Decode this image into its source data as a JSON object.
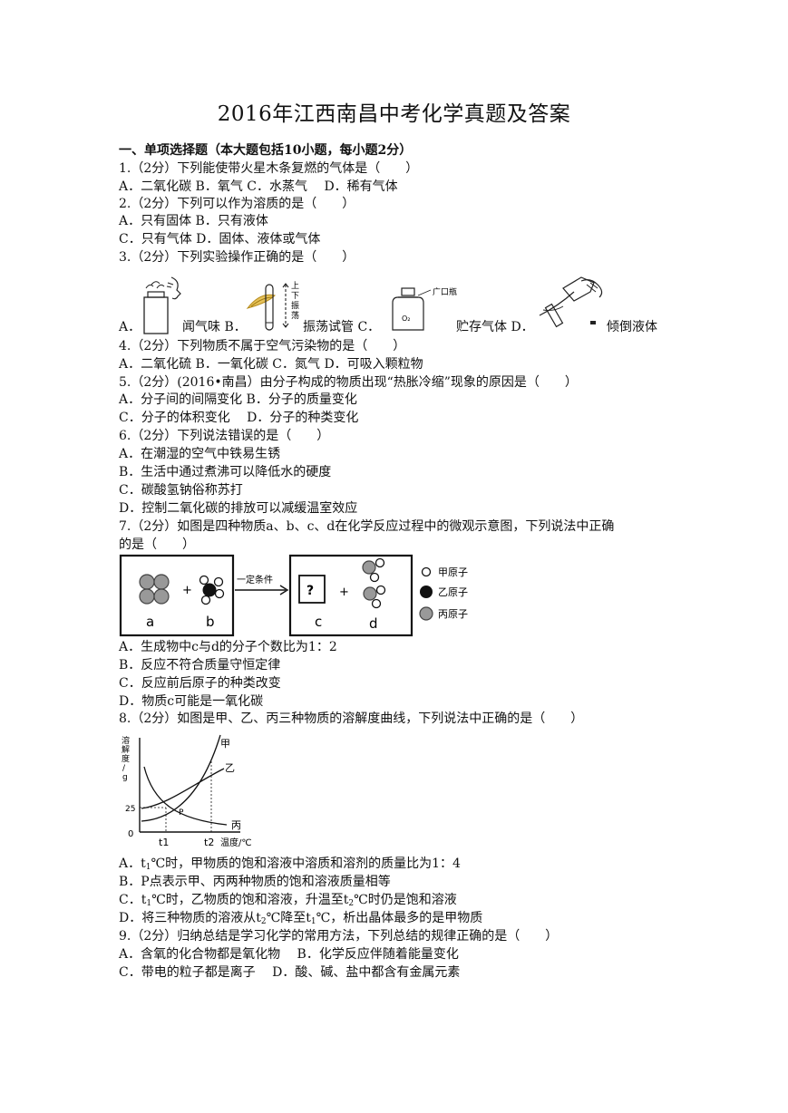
{
  "title": "2016年江西南昌中考化学真题及答案",
  "section": "一、单项选择题（本大题包括10小题，每小题2分）",
  "q1": {
    "stem": "1.（2分）下列能使带火星木条复燃的气体是（　　）",
    "opts": "A．二氧化碳 B．氧气 C．水蒸气　 D．稀有气体"
  },
  "q2": {
    "stem": "2.（2分）下列可以作为溶质的是（　　）",
    "opts1": "A．只有固体 B．只有液体",
    "opts2": "C．只有气体 D．固体、液体或气体"
  },
  "q3": {
    "stem": "3.（2分）下列实验操作正确的是（　　）",
    "a_letter": "A．",
    "a_label": "闻气味 B．",
    "b_label": "振荡试管 C．",
    "c_label": "贮存气体 D．",
    "d_label": "倾倒液体",
    "b_note_chars": [
      "上",
      "下",
      "振",
      "荡"
    ],
    "c_note": "广口瓶",
    "c_gas": "O₂"
  },
  "q4": {
    "stem": "4.（2分）下列物质不属于空气污染物的是（　　）",
    "opts": "A．二氧化硫 B．一氧化碳 C．氮气 D．可吸入颗粒物"
  },
  "q5": {
    "stem": "5.（2分）(2016•南昌）由分子构成的物质出现“热胀冷缩”现象的原因是（　　）",
    "opts1": "A．分子间的间隔变化 B．分子的质量变化",
    "opts2": "C．分子的体积变化　 D．分子的种类变化"
  },
  "q6": {
    "stem": "6.（2分）下列说法错误的是（　　）",
    "a": "A．在潮湿的空气中铁易生锈",
    "b": "B．生活中通过煮沸可以降低水的硬度",
    "c": "C．碳酸氢钠俗称苏打",
    "d": "D．控制二氧化碳的排放可以减缓温室效应"
  },
  "q7": {
    "stem1": "7.（2分）如图是四种物质a、b、c、d在化学反应过程中的微观示意图，下列说法中正确",
    "stem2": "的是（　　）",
    "arrow": "一定条件",
    "a": "a",
    "b": "b",
    "c": "c",
    "d": "d",
    "q": "?",
    "plus": "+",
    "legend": [
      "甲原子",
      "乙原子",
      "丙原子"
    ],
    "opt_a": "A．生成物中c与d的分子个数比为1：2",
    "opt_b": "B．反应不符合质量守恒定律",
    "opt_c": "C．反应前后原子的种类改变",
    "opt_d": "D．物质c可能是一氧化碳"
  },
  "q8": {
    "stem": "8.（2分）如图是甲、乙、丙三种物质的溶解度曲线，下列说法中正确的是（　　）",
    "y_axis": [
      "溶",
      "解",
      "度",
      "/",
      "g"
    ],
    "y25": "25",
    "origin": "0",
    "t1": "t1",
    "t2": "t2",
    "xlabel": "温度/℃",
    "series": [
      "甲",
      "乙",
      "丙"
    ],
    "p": "P",
    "a_pre": "A．t",
    "a_sub": "1",
    "a_post": "℃时，甲物质的饱和溶液中溶质和溶剂的质量比为1：4",
    "b": "B．P点表示甲、丙两种物质的饱和溶液质量相等",
    "c_pre": "C．t",
    "c_sub": "1",
    "c_mid": "℃时，乙物质的饱和溶液，升温至t",
    "c_sub2": "2",
    "c_post": "℃时仍是饱和溶液",
    "d_pre": "D．将三种物质的溶液从t",
    "d_sub": "2",
    "d_mid": "℃降至t",
    "d_sub2": "1",
    "d_post": "℃，析出晶体最多的是甲物质"
  },
  "q9": {
    "stem": "9.（2分）归纳总结是学习化学的常用方法，下列总结的规律正确的是（　　）",
    "opts1": "A．含氧的化合物都是氧化物　 B．化学反应伴随着能量变化",
    "opts2": "C．带电的粒子都是离子　 D．酸、碱、盐中都含有金属元素"
  }
}
